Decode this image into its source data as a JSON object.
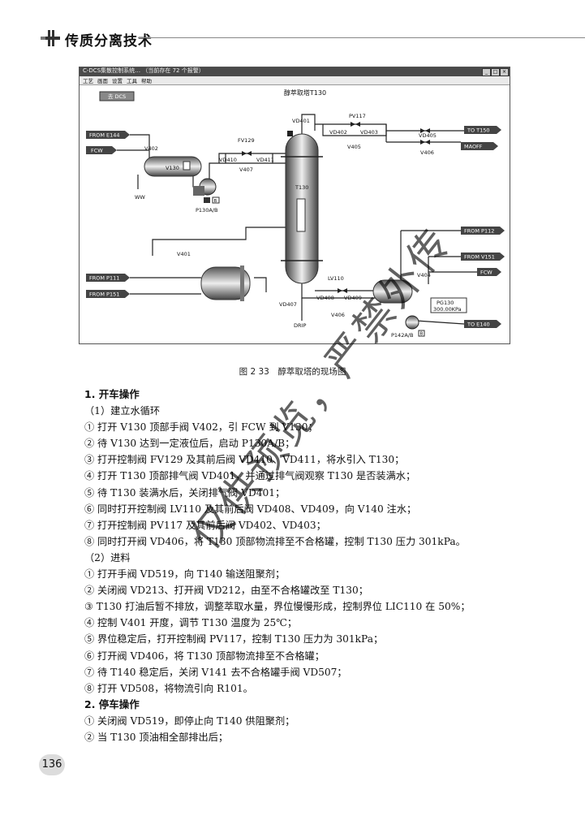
{
  "header": {
    "title": "传质分离技术",
    "page_number": "136"
  },
  "screenshot": {
    "window_title": "C-DCS集散控制系统… （当前存在 72 个报警）",
    "menu": [
      "工艺",
      "画面",
      "设置",
      "工具",
      "帮助"
    ],
    "dcs_button": "去 DCS",
    "tower_title": "醇萃取塔T130",
    "labels": {
      "from_e144": "FROM E144",
      "fcw_left": "FCW",
      "to_t150": "TO T150",
      "maoff": "MAOFF",
      "from_p112": "FROM P112",
      "from_v151": "FROM V151",
      "fcw_right": "FCW",
      "from_p111": "FROM P111",
      "from_p151": "FROM P151",
      "to_e140": "TO E140",
      "v402": "V402",
      "v130": "V130",
      "ww": "WW",
      "p130": "P130A/B",
      "fv129": "FV129",
      "vd410": "VD410",
      "vd411": "VD411",
      "v407": "V407",
      "t130": "T130",
      "vd401": "VD401",
      "pv117": "PV117",
      "vd402": "VD402",
      "vd403": "VD403",
      "v405": "V405",
      "vd405": "VD405",
      "v406_top": "V406",
      "v401": "V401",
      "lv110": "LV110",
      "vd408": "VD408",
      "vd409": "VD409",
      "v406_bottom": "V406",
      "vd407": "VD407",
      "drip": "DRIP",
      "v404": "V404",
      "pg130_name": "PG130",
      "pg130_value": "300.00KPa",
      "p142": "P142A/B",
      "btn_b1": "B",
      "btn_b2": "B"
    }
  },
  "caption": "图 2 33　醇萃取塔的现场图",
  "lines": [
    {
      "t": "1. 开车操作",
      "h": true
    },
    {
      "t": "（1）建立水循环"
    },
    {
      "t": "① 打开 V130 顶部手阀 V402，引 FCW 到 V130；"
    },
    {
      "t": "② 待 V130 达到一定液位后，启动 P130A/B；"
    },
    {
      "t": "③ 打开控制阀 FV129 及其前后阀 VD410、VD411，将水引入 T130；"
    },
    {
      "t": "④ 打开 T130 顶部排气阀 VD401，并通过排气阀观察 T130 是否装满水；"
    },
    {
      "t": "⑤ 待 T130 装满水后，关闭排气阀 VD401；"
    },
    {
      "t": "⑥ 同时打开控制阀 LV110 及其前后阀 VD408、VD409，向 V140 注水；"
    },
    {
      "t": "⑦ 打开控制阀 PV117 及其前后阀 VD402、VD403；"
    },
    {
      "t": "⑧ 同时打开阀 VD406，将 T130 顶部物流排至不合格罐，控制 T130 压力 301kPa。"
    },
    {
      "t": "（2）进料"
    },
    {
      "t": "① 打开手阀 VD519，向 T140 输送阻聚剂；"
    },
    {
      "t": "② 关闭阀 VD213、打开阀 VD212，由至不合格罐改至 T130；"
    },
    {
      "t": "③ T130 打油后暂不排放，调整萃取水量，界位慢慢形成，控制界位 LIC110 在 50%；"
    },
    {
      "t": "④ 控制 V401 开度，调节 T130 温度为 25℃；"
    },
    {
      "t": "⑤ 界位稳定后，打开控制阀 PV117，控制 T130 压力为 301kPa；"
    },
    {
      "t": "⑥ 打开阀 VD406，将 T130 顶部物流排至不合格罐；"
    },
    {
      "t": "⑦ 待 T140 稳定后，关闭 V141 去不合格罐手阀 VD507；"
    },
    {
      "t": "⑧ 打开 VD508，将物流引向 R101。"
    },
    {
      "t": "2. 停车操作",
      "h": true
    },
    {
      "t": "① 关闭阀 VD519，即停止向 T140 供阻聚剂；"
    },
    {
      "t": "② 当 T130 顶油相全部排出后；"
    }
  ],
  "watermark": "仅供预览，严禁外传"
}
